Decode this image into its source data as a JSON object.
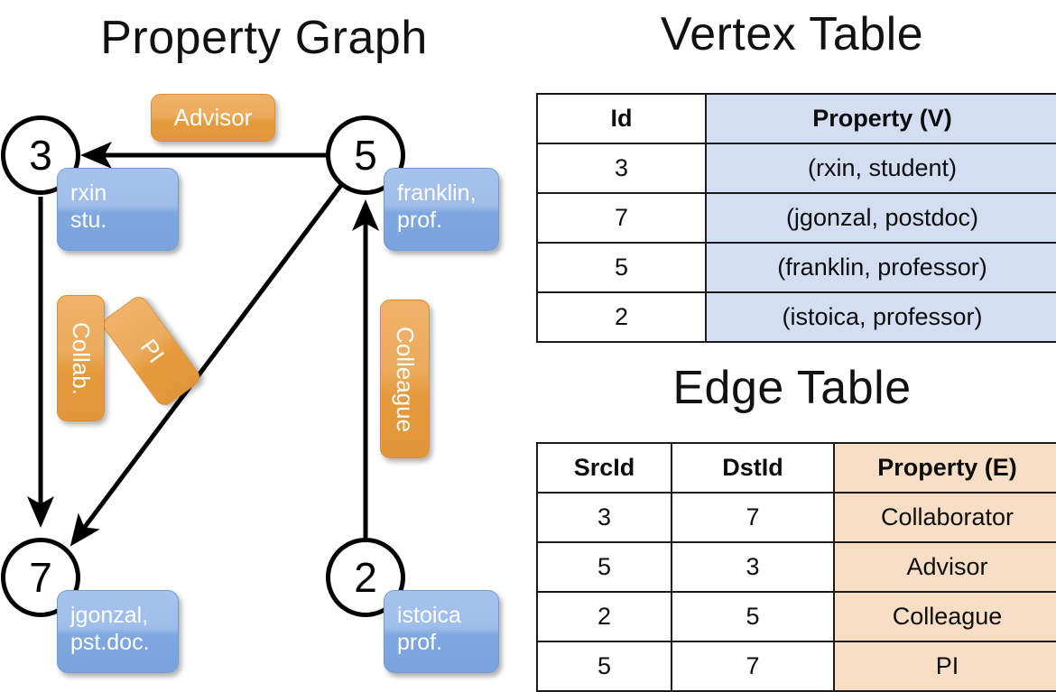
{
  "titles": {
    "property_graph": "Property Graph",
    "vertex_table": "Vertex Table",
    "edge_table": "Edge Table"
  },
  "colors": {
    "vertex_property_fill": "#D3DEF2",
    "edge_property_fill": "#F7DEC4",
    "node_box_blue": "#9EBDEA",
    "edge_label_orange": "#ECAB5C",
    "stroke": "#000000"
  },
  "graph": {
    "nodes": [
      {
        "id": "3",
        "prop_line1": "rxin",
        "prop_line2": "stu."
      },
      {
        "id": "5",
        "prop_line1": "franklin,",
        "prop_line2": "prof."
      },
      {
        "id": "7",
        "prop_line1": "jgonzal,",
        "prop_line2": "pst.doc."
      },
      {
        "id": "2",
        "prop_line1": "istoica",
        "prop_line2": "prof."
      }
    ],
    "edge_labels": [
      {
        "name": "advisor",
        "text": "Advisor"
      },
      {
        "name": "collab",
        "text": "Collab."
      },
      {
        "name": "pi",
        "text": "PI"
      },
      {
        "name": "colleague",
        "text": "Colleague"
      }
    ]
  },
  "vertex_table": {
    "headers": [
      "Id",
      "Property (V)"
    ],
    "rows": [
      {
        "id": "3",
        "property": "(rxin, student)"
      },
      {
        "id": "7",
        "property": "(jgonzal, postdoc)"
      },
      {
        "id": "5",
        "property": "(franklin, professor)"
      },
      {
        "id": "2",
        "property": "(istoica, professor)"
      }
    ]
  },
  "edge_table": {
    "headers": [
      "SrcId",
      "DstId",
      "Property (E)"
    ],
    "rows": [
      {
        "src": "3",
        "dst": "7",
        "property": "Collaborator"
      },
      {
        "src": "5",
        "dst": "3",
        "property": "Advisor"
      },
      {
        "src": "2",
        "dst": "5",
        "property": "Colleague"
      },
      {
        "src": "5",
        "dst": "7",
        "property": "PI"
      }
    ]
  }
}
